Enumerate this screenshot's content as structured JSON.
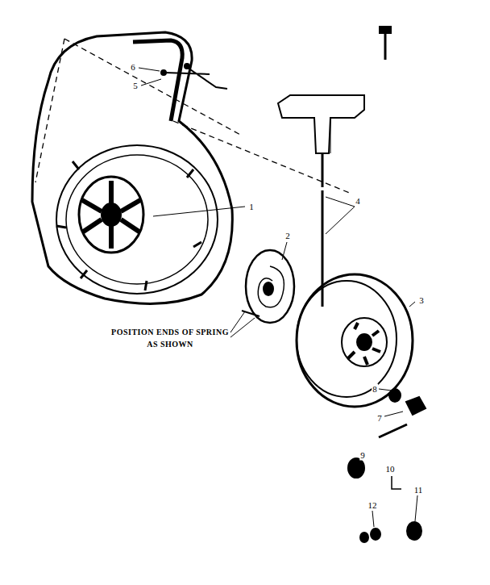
{
  "diagram": {
    "labels": [
      "6",
      "5",
      "1",
      "4",
      "2",
      "3",
      "POSITION ENDS OF SPRING AS SHOWN",
      "8",
      "7",
      "9",
      "10",
      "11",
      "12"
    ]
  }
}
